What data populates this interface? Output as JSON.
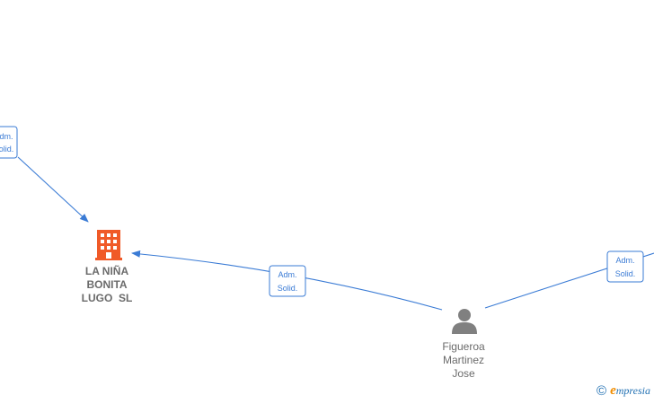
{
  "nodes": {
    "company": {
      "label_lines": [
        "LA NIÑA",
        "BONITA",
        "LUGO  SL"
      ],
      "icon": "building-icon",
      "color": "#f05a28"
    },
    "person": {
      "label_lines": [
        "Figueroa",
        "Martinez",
        "Jose"
      ],
      "icon": "person-icon",
      "color": "#808080"
    }
  },
  "edges": [
    {
      "id": "edge-left",
      "label_lines": [
        "Adm.",
        "Solid."
      ]
    },
    {
      "id": "edge-middle",
      "label_lines": [
        "Adm.",
        "Solid."
      ]
    },
    {
      "id": "edge-right",
      "label_lines": [
        "Adm.",
        "Solid."
      ]
    }
  ],
  "edge_color": "#3a7bd5",
  "brand": {
    "copyright": "©",
    "e_letter": "e",
    "rest": "mpresia"
  }
}
